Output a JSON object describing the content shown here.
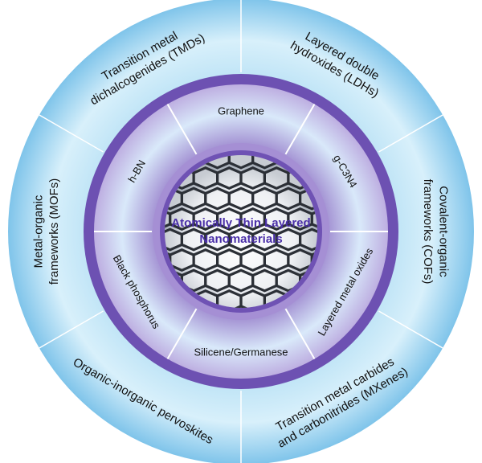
{
  "center": {
    "line1": "Atomically Thin Layered",
    "line2": "Nanomaterials"
  },
  "inner_ring": [
    {
      "lines": [
        "Graphene"
      ],
      "sub": ""
    },
    {
      "lines": [
        "g-C3N4"
      ],
      "sub": "3,4"
    },
    {
      "lines": [
        "Layered metal oxides"
      ],
      "sub": ""
    },
    {
      "lines": [
        "Silicene/Germanese"
      ],
      "sub": ""
    },
    {
      "lines": [
        "Black phosphorus"
      ],
      "sub": ""
    },
    {
      "lines": [
        "h-BN"
      ],
      "sub": ""
    }
  ],
  "outer_ring": [
    {
      "lines": [
        "Layered double",
        "hydroxides (LDHs)"
      ]
    },
    {
      "lines": [
        "Covalent-organic",
        "frameworks (COFs)"
      ]
    },
    {
      "lines": [
        "Transition metal carbides",
        "and carbonitrides (MXenes)"
      ]
    },
    {
      "lines": [
        "Organic-inorganic pervoskites"
      ]
    },
    {
      "lines": [
        "Metal-organic",
        "frameworks (MOFs)"
      ]
    },
    {
      "lines": [
        "Transition metal",
        "dichalcogenides (TMDs)"
      ]
    }
  ],
  "colors": {
    "outer_light": "#d6f0fb",
    "outer_blue": "#7cc3ea",
    "purple": "#7257b6",
    "purple_dark": "#5a3e9e",
    "lilac": "#b79ad6",
    "center_text": "#4a2fa8"
  }
}
